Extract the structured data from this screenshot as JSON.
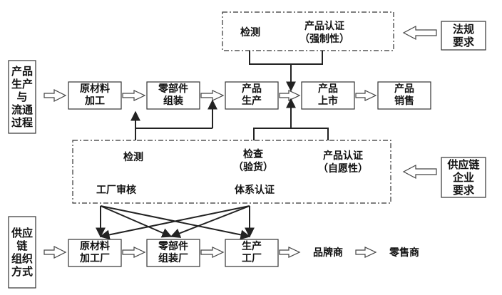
{
  "legal": {
    "title": "法规\n要求",
    "items": [
      "检测",
      "产品认证\n（强制性）"
    ]
  },
  "flow": {
    "title": "产品\n生产\n与\n流通\n过程",
    "steps": [
      "原材料\n加工",
      "零部件\n组装",
      "产品\n生产",
      "产品\n上市",
      "产品\n销售"
    ]
  },
  "enterprise": {
    "title": "供应链\n企业\n要求",
    "items": [
      "检测",
      "检查\n（验货）",
      "产品认证\n（自愿性）",
      "工厂审核",
      "体系认证"
    ]
  },
  "supply": {
    "title": "供应\n链\n组织\n方式",
    "steps": [
      "原材料\n加工厂",
      "零部件\n组装厂",
      "生产\n工厂",
      "品牌商",
      "零售商"
    ]
  },
  "colors": {
    "line": "#222222",
    "box_border": "#333333",
    "arrow_outline": "#444444"
  }
}
